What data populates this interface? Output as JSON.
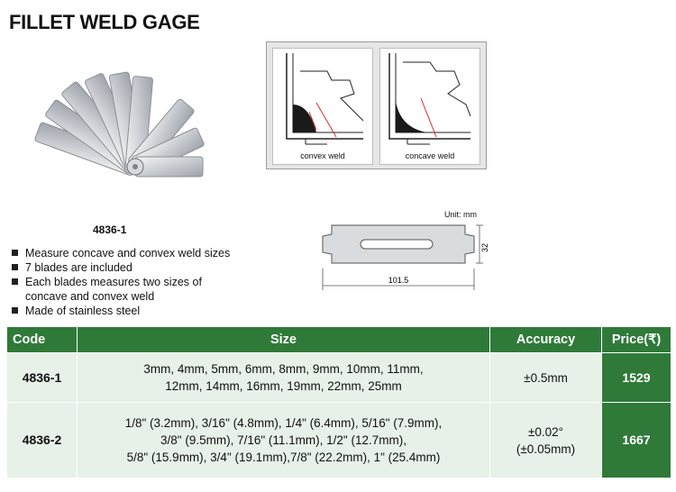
{
  "page": {
    "title": "FILLET WELD GAGE",
    "model_caption": "4836-1",
    "diagrams": {
      "left_caption": "convex weld",
      "right_caption": "concave weld"
    },
    "dimension": {
      "unit": "Unit: mm",
      "width": "101.5",
      "height": "32"
    },
    "features": [
      "Measure concave and convex weld sizes",
      "7 blades are included",
      "Each blades measures two sizes of",
      "concave and convex weld",
      "Made of stainless steel"
    ],
    "table": {
      "headers": {
        "code": "Code",
        "size": "Size",
        "accuracy": "Accuracy",
        "price": "Price(₹)"
      },
      "rows": [
        {
          "code": "4836-1",
          "size_line1": "3mm, 4mm, 5mm, 6mm, 8mm, 9mm, 10mm, 11mm,",
          "size_line2": "12mm, 14mm, 16mm, 19mm, 22mm, 25mm",
          "accuracy_line1": "±0.5mm",
          "price": "1529"
        },
        {
          "code": "4836-2",
          "size_line1": "1/8\" (3.2mm), 3/16\" (4.8mm), 1/4\" (6.4mm), 5/16\" (7.9mm),",
          "size_line2": "3/8\" (9.5mm), 7/16\" (11.1mm), 1/2\" (12.7mm),",
          "size_line3": "5/8\" (15.9mm), 3/4\" (19.1mm),7/8\" (22.2mm), 1\" (25.4mm)",
          "accuracy_line1": "±0.02°",
          "accuracy_line2": "(±0.05mm)",
          "price": "1667"
        }
      ]
    }
  }
}
